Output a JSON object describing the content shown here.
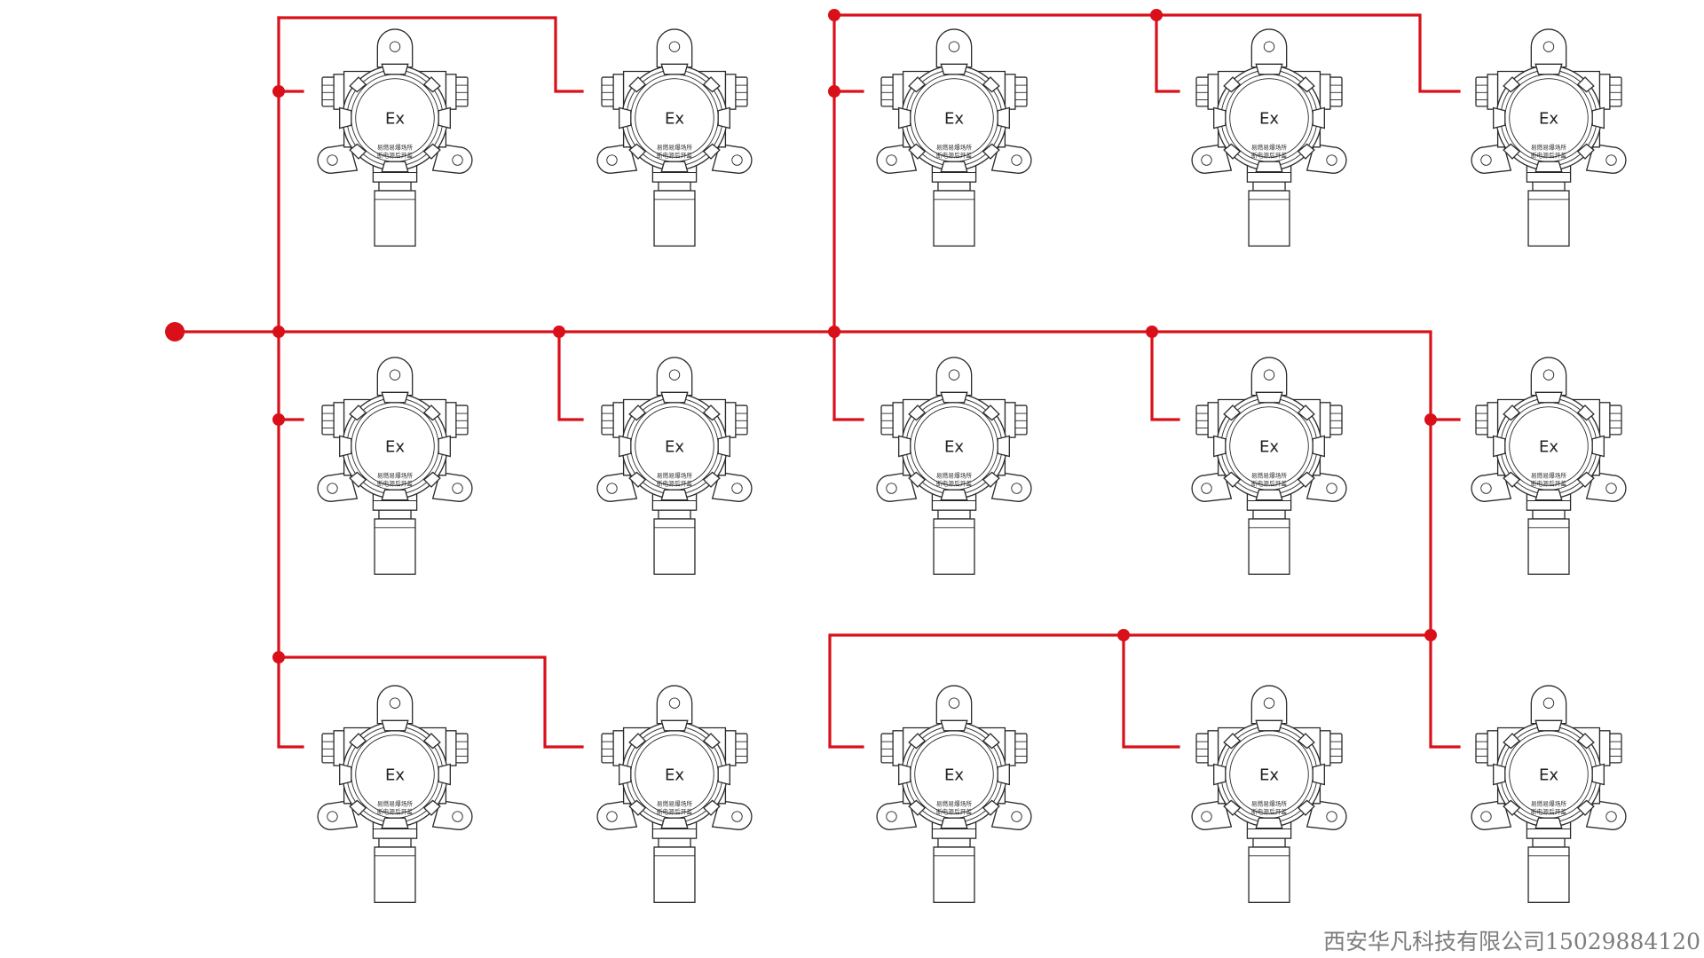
{
  "wire_color": "#d9101a",
  "device": {
    "ex_mark": "Ex",
    "warning_line1": "易燃易爆场所",
    "warning_line2": "断电源后开盖",
    "icon": "gas-detector-explosion-proof-icon"
  },
  "devices": [
    {
      "row": 1,
      "col": 1
    },
    {
      "row": 1,
      "col": 2
    },
    {
      "row": 1,
      "col": 3
    },
    {
      "row": 1,
      "col": 4
    },
    {
      "row": 1,
      "col": 5
    },
    {
      "row": 2,
      "col": 1
    },
    {
      "row": 2,
      "col": 2
    },
    {
      "row": 2,
      "col": 3
    },
    {
      "row": 2,
      "col": 4
    },
    {
      "row": 2,
      "col": 5
    },
    {
      "row": 3,
      "col": 1
    },
    {
      "row": 3,
      "col": 2
    },
    {
      "row": 3,
      "col": 3
    },
    {
      "row": 3,
      "col": 4
    },
    {
      "row": 3,
      "col": 5
    }
  ],
  "footer": {
    "company": "西安华凡科技有限公司15029884120"
  }
}
